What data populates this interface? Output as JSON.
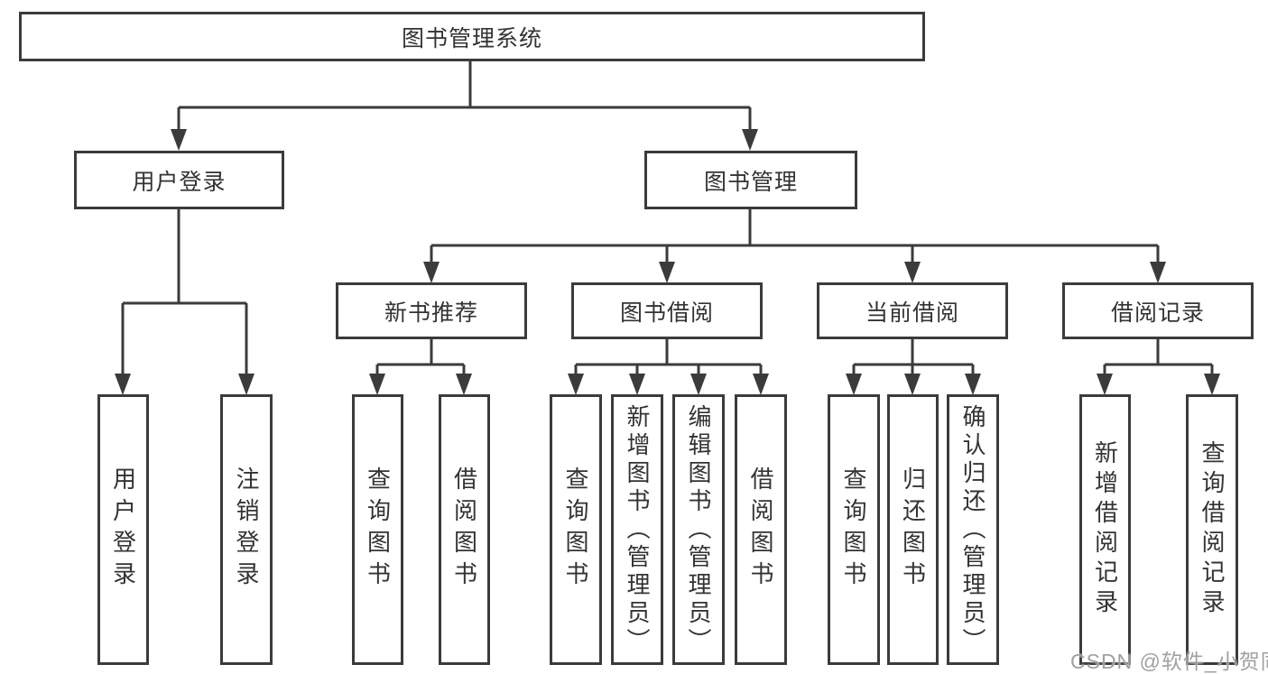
{
  "tree": {
    "root": "图书管理系统",
    "branches": [
      {
        "label": "用户登录",
        "children": [
          "用户登录",
          "注销登录"
        ]
      },
      {
        "label": "图书管理",
        "children": [
          {
            "label": "新书推荐",
            "children": [
              "查询图书",
              "借阅图书"
            ]
          },
          {
            "label": "图书借阅",
            "children": [
              "查询图书",
              "新增图书（管理员）",
              "编辑图书（管理员）",
              "借阅图书"
            ]
          },
          {
            "label": "当前借阅",
            "children": [
              "查询图书",
              "归还图书",
              "确认归还（管理员）"
            ]
          },
          {
            "label": "借阅记录",
            "children": [
              "新增借阅记录",
              "查询借阅记录"
            ]
          }
        ]
      }
    ]
  },
  "watermark": {
    "text": "CSDN @软件_小贺同学"
  },
  "colors": {
    "line": "#3b3b3b",
    "text": "#333333",
    "watermark": "#989898",
    "background": "#ffffff"
  }
}
